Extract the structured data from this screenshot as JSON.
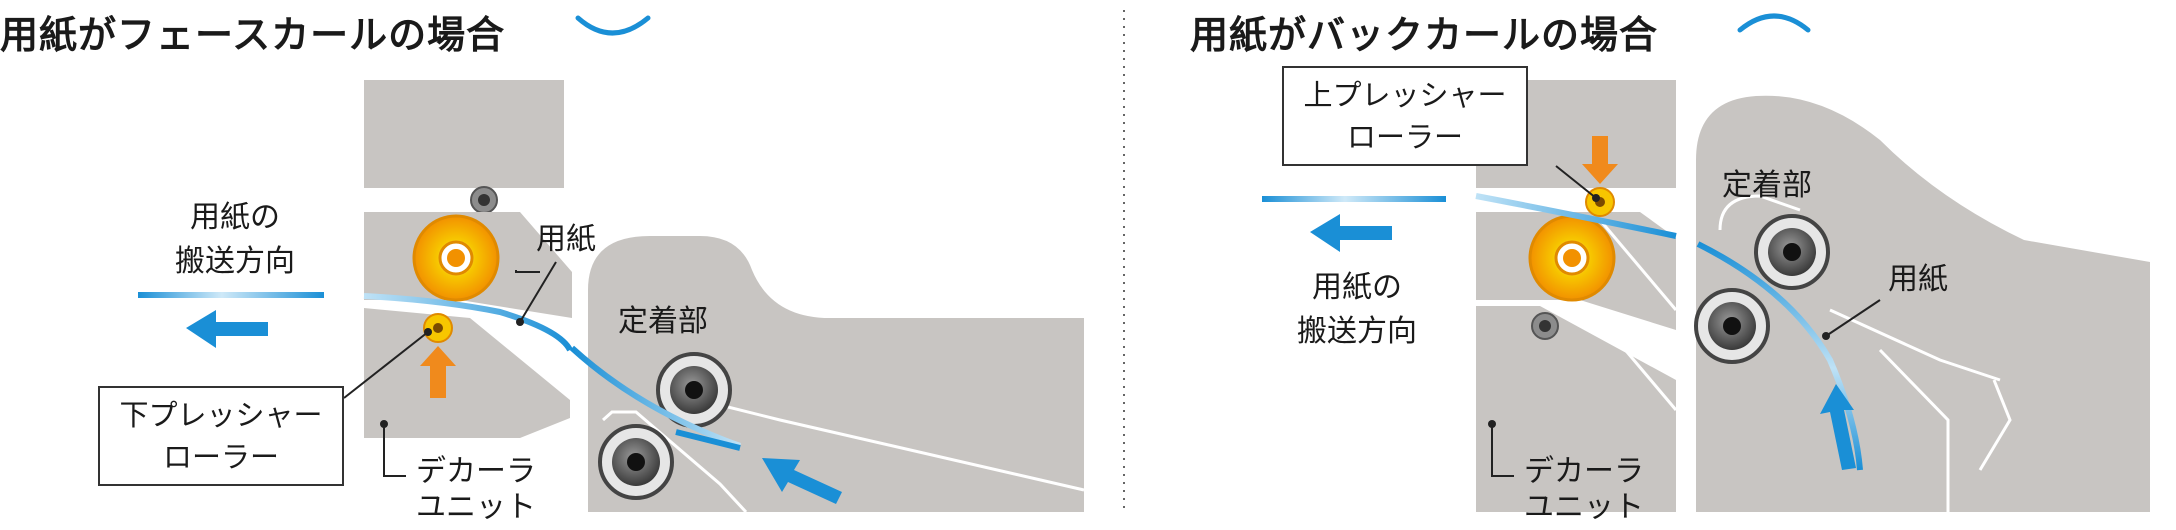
{
  "panels": [
    {
      "title": "用紙がフェースカールの場合",
      "curl_icon": "face-curl-arc-icon",
      "labels": {
        "paper": "用紙",
        "direction_line1": "用紙の",
        "direction_line2": "搬送方向",
        "roller_line1": "下プレッシャー",
        "roller_line2": "ローラー",
        "fuser": "定着部",
        "decurler_line1": "デカーラ",
        "decurler_line2": "ユニット"
      }
    },
    {
      "title": "用紙がバックカールの場合",
      "curl_icon": "back-curl-arc-icon",
      "labels": {
        "paper": "用紙",
        "direction_line1": "用紙の",
        "direction_line2": "搬送方向",
        "roller_line1": "上プレッシャー",
        "roller_line2": "ローラー",
        "fuser": "定着部",
        "decurler_line1": "デカーラ",
        "decurler_line2": "ユニット"
      }
    }
  ],
  "colors": {
    "body_gray": "#c8c5c2",
    "paper_blue": "#1a8fd6",
    "arrow_blue": "#1a8fd6",
    "pressure_arrow": "#f08a1c",
    "roller_yellow": "#f7c600",
    "roller_orange": "#f29100"
  }
}
